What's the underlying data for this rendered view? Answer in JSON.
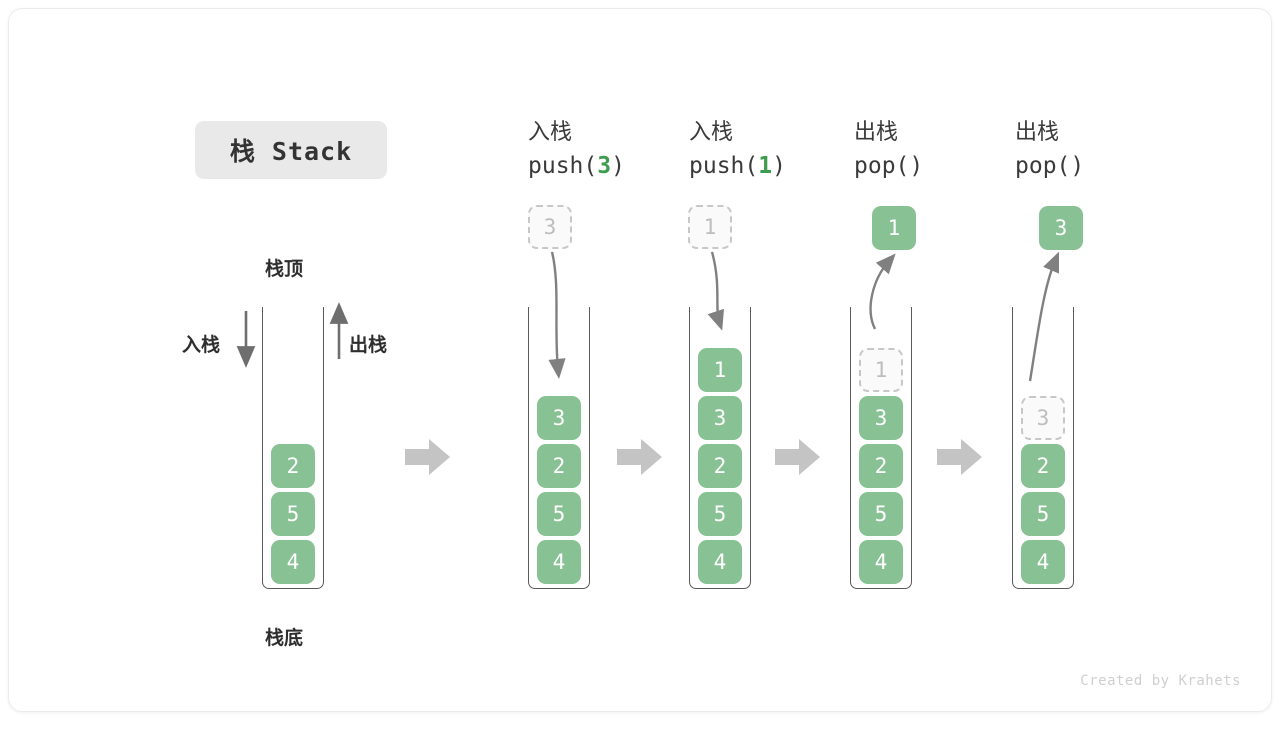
{
  "title": {
    "text": "栈 Stack"
  },
  "legend": {
    "top_label": "栈顶",
    "bottom_label": "栈底",
    "push_label": "入栈",
    "pop_label": "出栈"
  },
  "colors": {
    "cell_fill": "#88c194",
    "cell_text": "#ffffff",
    "ghost_border": "#c7c7c7",
    "ghost_text": "#bdbdbd",
    "accent_green": "#3e9c4f",
    "arrow_gray": "#8a8a8a",
    "separator_gray": "#c4c4c4",
    "badge_bg": "#e9e9e9",
    "text_dark": "#3a3a3a"
  },
  "columns": [
    {
      "id": "initial",
      "head_line1": "",
      "head_line2": "",
      "stack": [
        "2",
        "5",
        "4"
      ],
      "ghost_index": -1,
      "float_cell": null
    },
    {
      "id": "push-3",
      "head_line1": "入栈",
      "head_line2_prefix": "push(",
      "head_line2_arg": "3",
      "head_line2_suffix": ")",
      "stack": [
        "3",
        "2",
        "5",
        "4"
      ],
      "ghost_index": -1,
      "float_cell": {
        "value": "3",
        "style": "ghost",
        "arrow": "down"
      }
    },
    {
      "id": "push-1",
      "head_line1": "入栈",
      "head_line2_prefix": "push(",
      "head_line2_arg": "1",
      "head_line2_suffix": ")",
      "stack": [
        "1",
        "3",
        "2",
        "5",
        "4"
      ],
      "ghost_index": -1,
      "float_cell": {
        "value": "1",
        "style": "ghost",
        "arrow": "down"
      }
    },
    {
      "id": "pop-1",
      "head_line1": "出栈",
      "head_line2_prefix": "pop(",
      "head_line2_arg": "",
      "head_line2_suffix": ")",
      "stack": [
        "1",
        "3",
        "2",
        "5",
        "4"
      ],
      "ghost_index": 0,
      "float_cell": {
        "value": "1",
        "style": "solid",
        "arrow": "up"
      }
    },
    {
      "id": "pop-2",
      "head_line1": "出栈",
      "head_line2_prefix": "pop(",
      "head_line2_arg": "",
      "head_line2_suffix": ")",
      "stack": [
        "3",
        "2",
        "5",
        "4"
      ],
      "ghost_index": 0,
      "float_cell": {
        "value": "3",
        "style": "solid",
        "arrow": "up"
      }
    }
  ],
  "separators": [
    {
      "id": "sep-1"
    },
    {
      "id": "sep-2"
    },
    {
      "id": "sep-3"
    },
    {
      "id": "sep-4"
    }
  ],
  "credit": {
    "text": "Created by Krahets"
  }
}
